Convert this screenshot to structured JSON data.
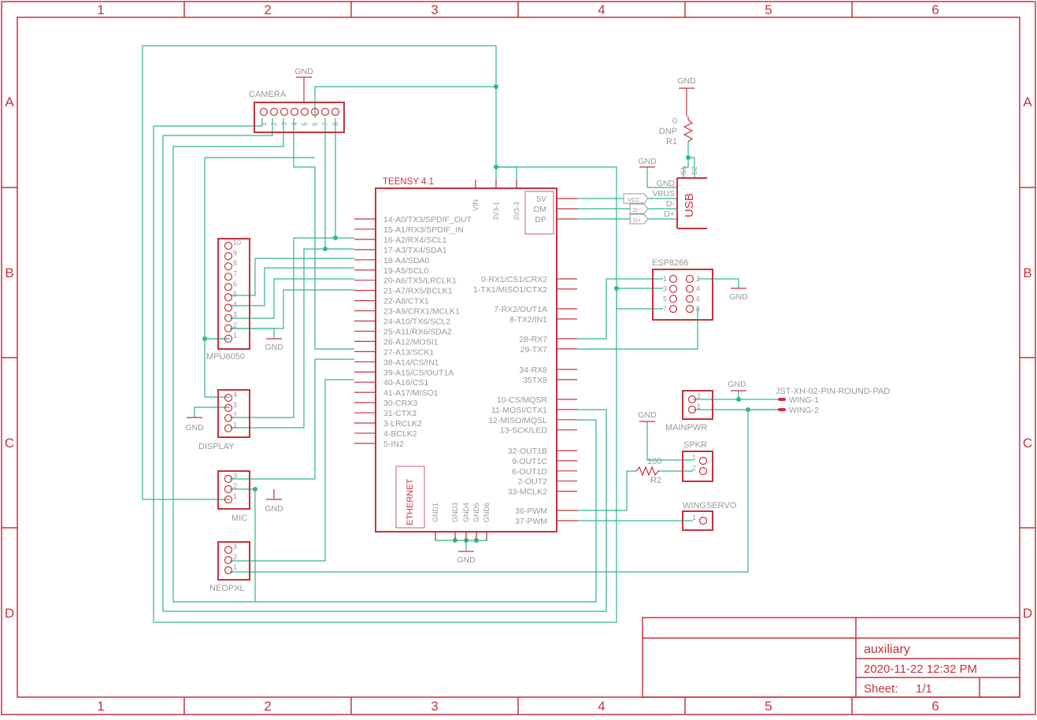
{
  "frame": {
    "columns": [
      "1",
      "2",
      "3",
      "4",
      "5",
      "6"
    ],
    "rows": [
      "A",
      "B",
      "C",
      "D"
    ]
  },
  "title_block": {
    "name": "auxiliary",
    "date": "2020-11-22 12:32 PM",
    "sheet_label": "Sheet:",
    "sheet_value": "1/1"
  },
  "teensy": {
    "title": "TEENSY 4.1",
    "power_top": [
      "VIN",
      "3V3-1",
      "3V3-3"
    ],
    "usb_pins": [
      "5V",
      "DM",
      "DP"
    ],
    "left_pins": [
      "14-A0/TX3/SPDIF_OUT",
      "15-A1/RX3/SPDIF_IN",
      "16-A2/RX4/SCL1",
      "17-A3/TX4/SDA1",
      "18-A4/SDA0",
      "19-A5/SCL0",
      "20-A6/TX5/LRCLK1",
      "21-A7/RX5/BCLK1",
      "22-A8/CTX1",
      "23-A9/CRX1/MCLK1",
      "24-A10/TX6/SCL2",
      "25-A11/RX6/SDA2",
      "26-A12/MOSI1",
      "27-A13/SCK1",
      "38-A14/CS/IN1",
      "39-A15/CS/OUT1A",
      "40-A16/CS1",
      "41-A17/MISO1",
      "30-CRX3",
      "31-CTX3",
      "3-LRCLK2",
      "4-BCLK2",
      "5-IN2"
    ],
    "right_group1": [
      "0-RX1/CS1/CRX2",
      "1-TX1/MISO1/CTX2"
    ],
    "right_group2": [
      "7-RX2/OUT1A",
      "8-TX2/IN1"
    ],
    "right_group3": [
      "28-RX7",
      "29-TX7"
    ],
    "right_group4": [
      "34-RX8",
      "35TX8"
    ],
    "right_group5": [
      "10-CS/MQSR",
      "11-MOSI/CTX1",
      "12-MISO/MQSL",
      "13-SCK/LED"
    ],
    "right_group6": [
      "32-OUT1B",
      "9-OUT1C",
      "6-OUT1D",
      "2-OUT2",
      "33-MCLK2"
    ],
    "right_group7": [
      "36-PWM",
      "37-PWM"
    ],
    "ethernet": "ETHERNET",
    "gnd_pins": [
      "GND1",
      "GND3",
      "GND4",
      "GND5",
      "GND6"
    ]
  },
  "gnd_label": "GND",
  "camera": {
    "name": "CAMERA",
    "pins": [
      "1",
      "2",
      "3",
      "4",
      "5",
      "6",
      "7",
      "8"
    ]
  },
  "mpu6050": {
    "name": "MPU6050",
    "pins": [
      "10",
      "9",
      "8",
      "7",
      "6",
      "5",
      "4",
      "3",
      "2",
      "1"
    ]
  },
  "display": {
    "name": "DISPLAY",
    "pins": [
      "4",
      "3",
      "2",
      "1"
    ]
  },
  "mic": {
    "name": "MIC",
    "pins": [
      "3",
      "2",
      "1"
    ]
  },
  "neopxl": {
    "name": "NEOPXL",
    "pins": [
      "3",
      "2",
      "1"
    ]
  },
  "usb": {
    "name": "USB",
    "pins": [
      "GND",
      "VBUS",
      "D-",
      "D+"
    ],
    "shield": [
      "S1",
      "S2"
    ],
    "arrows": [
      "VCC",
      "D-",
      "D+"
    ]
  },
  "r1": {
    "value": "0",
    "note": "DNP",
    "name": "R1"
  },
  "esp8266": {
    "name": "ESP8266",
    "left_pins": [
      "1",
      "3",
      "5",
      "7"
    ],
    "right_pins": [
      "2",
      "4",
      "6",
      "8"
    ]
  },
  "mainpwr": {
    "name": "MAINPWR",
    "pins": [
      "2",
      "1"
    ]
  },
  "jst": {
    "name": "JST-XH-02-PIN-ROUND-PAD",
    "pads": [
      "WING-1",
      "WING-2"
    ]
  },
  "spkr": {
    "name": "SPKR",
    "pins": [
      "1",
      "2"
    ]
  },
  "r2": {
    "value": "100",
    "name": "R2"
  },
  "wingservo": {
    "name": "WINGSERVO",
    "pins": [
      "1"
    ]
  }
}
